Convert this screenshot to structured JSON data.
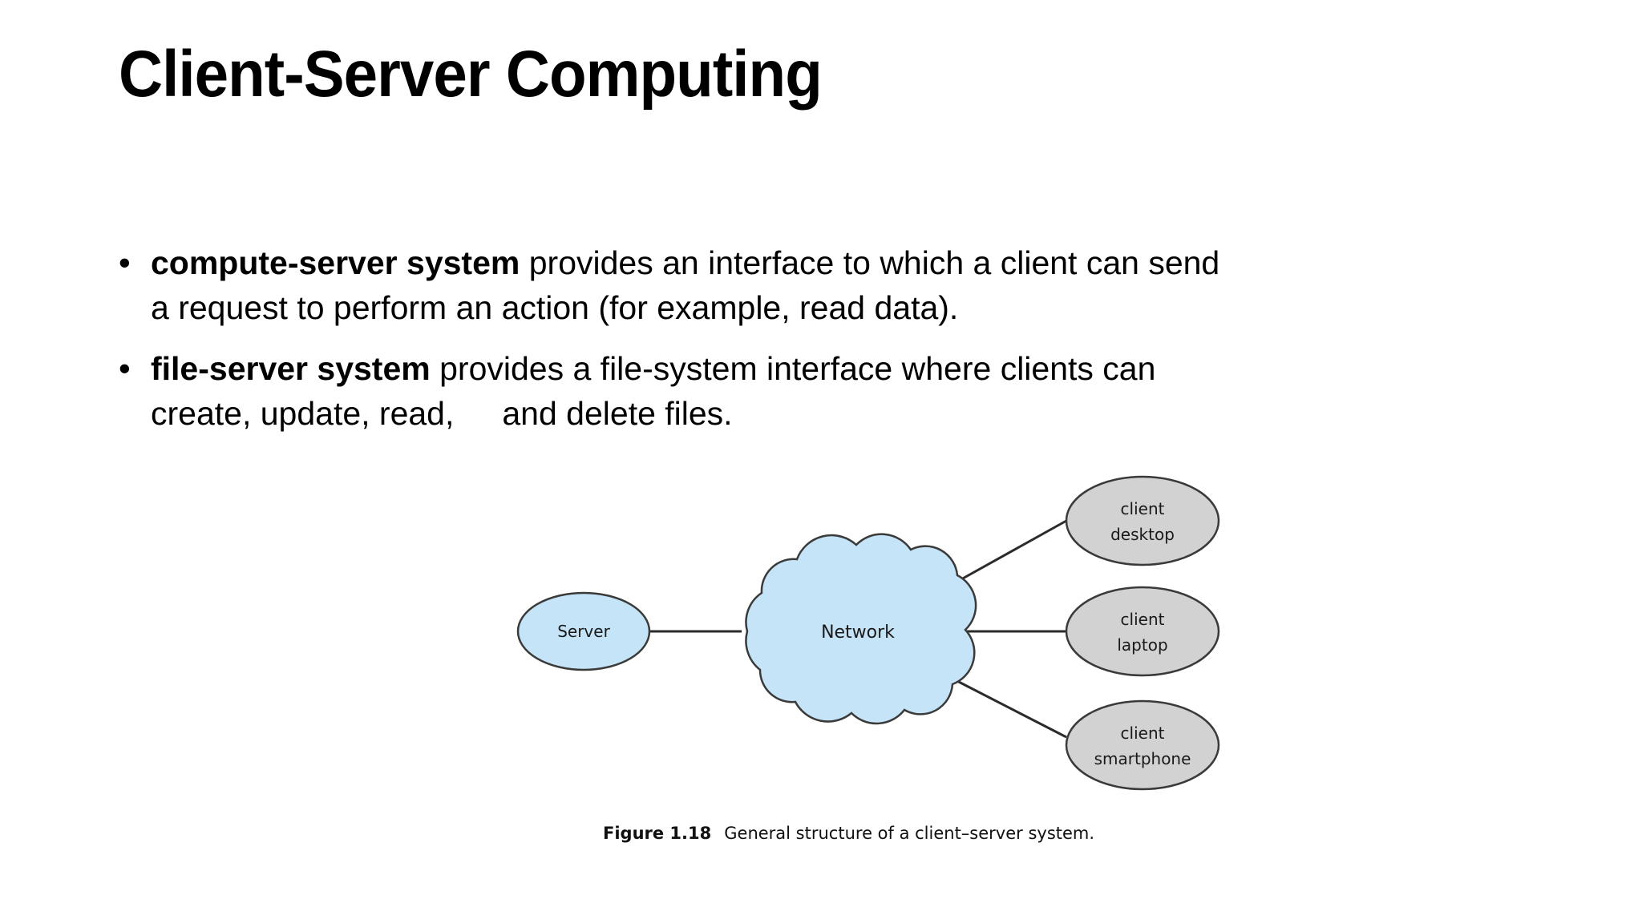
{
  "slide": {
    "title": "Client-Server Computing",
    "bullet_marker": "•",
    "bullets": [
      {
        "lead": "compute-server system",
        "rest": " provides an interface to which a client can send",
        "second_line": "a request to perform an action (for example, read data)."
      },
      {
        "lead": "file-server system",
        "rest": " provides a file-system interface where clients can",
        "second_line_a": "create, update, read,",
        "second_line_b": "and delete files."
      }
    ]
  },
  "figure": {
    "caption_label": "Figure 1.18",
    "caption_text": "General structure of a client–server system.",
    "nodes": {
      "server": {
        "label": "Server",
        "fill": "#c5e4f7",
        "stroke": "#3a3a3a",
        "shape": "ellipse"
      },
      "network": {
        "label": "Network",
        "fill": "#c5e4f7",
        "stroke": "#3a3a3a",
        "shape": "cloud"
      },
      "client_desktop": {
        "label_line1": "client",
        "label_line2": "desktop",
        "fill": "#d2d2d2",
        "stroke": "#3a3a3a",
        "shape": "ellipse"
      },
      "client_laptop": {
        "label_line1": "client",
        "label_line2": "laptop",
        "fill": "#d2d2d2",
        "stroke": "#3a3a3a",
        "shape": "ellipse"
      },
      "client_smartphone": {
        "label_line1": "client",
        "label_line2": "smartphone",
        "fill": "#d2d2d2",
        "stroke": "#3a3a3a",
        "shape": "ellipse"
      }
    },
    "edges": [
      {
        "from": "server",
        "to": "network"
      },
      {
        "from": "network",
        "to": "client_desktop"
      },
      {
        "from": "network",
        "to": "client_laptop"
      },
      {
        "from": "network",
        "to": "client_smartphone"
      }
    ],
    "edge_color": "#2b2b2b"
  },
  "theme": {
    "background": "#ffffff",
    "text": "#000000",
    "node_blue": "#c5e4f7",
    "node_gray": "#d2d2d2",
    "outline": "#3a3a3a"
  }
}
